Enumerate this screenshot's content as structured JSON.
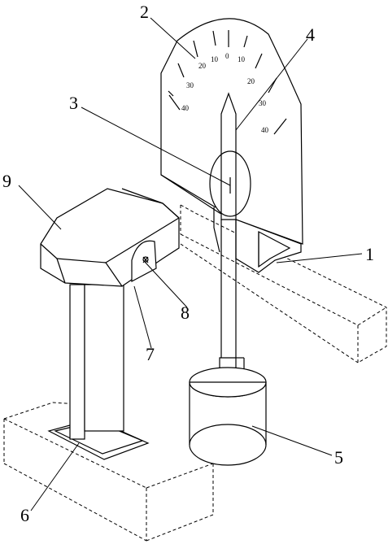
{
  "labels": {
    "l1": "1",
    "l2": "2",
    "l3": "3",
    "l4": "4",
    "l5": "5",
    "l6": "6",
    "l7": "7",
    "l8": "8",
    "l9": "9"
  },
  "scale": {
    "left_40": "40",
    "left_30": "30",
    "left_20": "20",
    "left_10": "10",
    "center_0": "0",
    "right_10": "10",
    "right_20": "20",
    "right_30": "30",
    "right_40": "40"
  }
}
